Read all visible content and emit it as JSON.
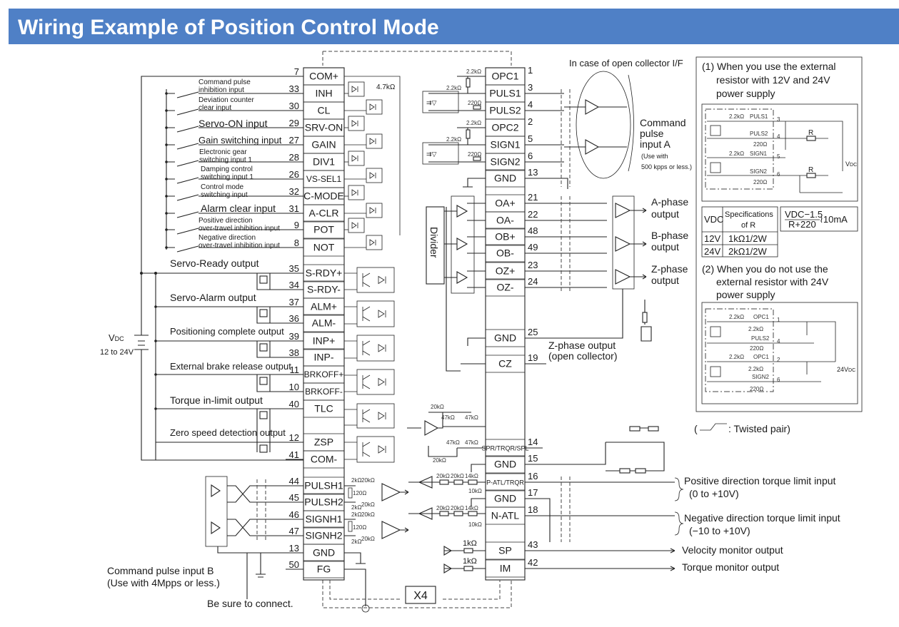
{
  "title": "Wiring Example of Position Control Mode",
  "colors": {
    "title_bar": "#4f80c6",
    "title_text": "#ffffff",
    "line": "#222222"
  },
  "left_connector": {
    "pins": [
      {
        "label": "COM+",
        "num": "7"
      },
      {
        "label": "INH",
        "num": "33"
      },
      {
        "label": "CL",
        "num": "30"
      },
      {
        "label": "SRV-ON",
        "num": "29"
      },
      {
        "label": "GAIN",
        "num": "27"
      },
      {
        "label": "DIV1",
        "num": "28"
      },
      {
        "label": "VS-SEL1",
        "num": "26"
      },
      {
        "label": "C-MODE",
        "num": "32"
      },
      {
        "label": "A-CLR",
        "num": "31"
      },
      {
        "label": "POT",
        "num": "9"
      },
      {
        "label": "NOT",
        "num": "8"
      },
      {
        "label": "S-RDY+",
        "num": "35"
      },
      {
        "label": "S-RDY-",
        "num": "34"
      },
      {
        "label": "ALM+",
        "num": "37"
      },
      {
        "label": "ALM-",
        "num": "36"
      },
      {
        "label": "INP+",
        "num": "39"
      },
      {
        "label": "INP-",
        "num": "38"
      },
      {
        "label": "BRKOFF+",
        "num": "11"
      },
      {
        "label": "BRKOFF-",
        "num": "10"
      },
      {
        "label": "TLC",
        "num": "40"
      },
      {
        "label": "ZSP",
        "num": "12"
      },
      {
        "label": "COM-",
        "num": "41"
      },
      {
        "label": "PULSH1",
        "num": "44"
      },
      {
        "label": "PULSH2",
        "num": "45"
      },
      {
        "label": "SIGNH1",
        "num": "46"
      },
      {
        "label": "SIGNH2",
        "num": "47"
      },
      {
        "label": "GND",
        "num": "13"
      },
      {
        "label": "FG",
        "num": "50"
      }
    ]
  },
  "right_connector": {
    "pins": [
      {
        "label": "OPC1",
        "num": "1"
      },
      {
        "label": "PULS1",
        "num": "3"
      },
      {
        "label": "PULS2",
        "num": "4"
      },
      {
        "label": "OPC2",
        "num": "2"
      },
      {
        "label": "SIGN1",
        "num": "5"
      },
      {
        "label": "SIGN2",
        "num": "6"
      },
      {
        "label": "GND",
        "num": "13"
      },
      {
        "label": "OA+",
        "num": "21"
      },
      {
        "label": "OA-",
        "num": "22"
      },
      {
        "label": "OB+",
        "num": "48"
      },
      {
        "label": "OB-",
        "num": "49"
      },
      {
        "label": "OZ+",
        "num": "23"
      },
      {
        "label": "OZ-",
        "num": "24"
      },
      {
        "label": "GND",
        "num": "25"
      },
      {
        "label": "CZ",
        "num": "19"
      },
      {
        "label": "SPR/TRQR/SPL",
        "num": "14"
      },
      {
        "label": "GND",
        "num": "15"
      },
      {
        "label": "P-ATL/TRQR",
        "num": "16"
      },
      {
        "label": "GND",
        "num": "17"
      },
      {
        "label": "N-ATL",
        "num": "18"
      },
      {
        "label": "SP",
        "num": "43"
      },
      {
        "label": "IM",
        "num": "42"
      }
    ]
  },
  "inputs": {
    "inh": [
      "Command pulse",
      "inhibition input"
    ],
    "cl": [
      "Deviation counter",
      "clear input"
    ],
    "srv_on": "Servo-ON input",
    "gain": "Gain switching input",
    "div1": [
      "Electronic gear",
      "switching input 1"
    ],
    "vs_sel1": [
      "Damping control",
      "switching input 1"
    ],
    "c_mode": [
      "Control mode",
      "switching input"
    ],
    "a_clr": "Alarm clear input",
    "pot": [
      "Positive direction",
      "over-travel inhibition input"
    ],
    "not": [
      "Negative direction",
      "over-travel inhibition input"
    ]
  },
  "outputs": {
    "s_rdy": "Servo-Ready output",
    "alm": "Servo-Alarm output",
    "inp": "Positioning complete output",
    "brkoff": "External brake release output",
    "tlc": "Torque in-limit output",
    "zsp": "Zero speed detection output"
  },
  "power": {
    "vdc": "V",
    "vdc_sub": "DC",
    "range": "12 to 24V"
  },
  "pulse_b": {
    "title": "Command pulse input B",
    "note": "(Use with 4Mpps or less.)",
    "connect": "Be sure to connect."
  },
  "pulse_a": {
    "open_collector": "In case of open collector I/F",
    "lines": [
      "Command",
      "pulse",
      "input A"
    ],
    "note": [
      "(Use with",
      "500 kpps or less.)"
    ]
  },
  "encoder": {
    "divider": "Divider",
    "a_phase": [
      "A-phase",
      "output"
    ],
    "b_phase": [
      "B-phase",
      "output"
    ],
    "z_phase": [
      "Z-phase",
      "output"
    ],
    "z_oc": [
      "Z-phase output",
      "(open collector)"
    ]
  },
  "analog": {
    "p_atl": [
      "Positive direction torque limit input",
      "(0 to +10V)"
    ],
    "n_atl": [
      "Negative direction torque limit input",
      "(−10 to +10V)"
    ],
    "velocity": "Velocity monitor output",
    "torque": "Torque monitor output"
  },
  "connector_name": "X4",
  "legend": {
    "twisted_open": "(",
    "twisted_pair": ": Twisted pair)"
  },
  "resistors": {
    "r2k2": "2.2kΩ",
    "r220": "220Ω",
    "r4k7": "4.7kΩ",
    "r20k": "20kΩ",
    "r47k": "47kΩ",
    "r14k": "14kΩ",
    "r10k": "10kΩ",
    "r1k": "1kΩ",
    "r2k": "2kΩ",
    "r120": "120Ω",
    "R": "R"
  },
  "panel1": {
    "title": [
      "(1) When you use the external",
      "resistor with 12V and 24V",
      "power supply"
    ],
    "pins": {
      "puls1": "PULS1",
      "puls2": "PULS2",
      "sign1": "SIGN1",
      "sign2": "SIGN2",
      "n3": "3",
      "n4": "4",
      "n5": "5",
      "n6": "6"
    },
    "vdc": "V",
    "vdc_sub": "DC",
    "table": {
      "header": [
        "VDC",
        "Specifications",
        "of R"
      ],
      "rows": [
        [
          "12V",
          "1kΩ1/2W"
        ],
        [
          "24V",
          "2kΩ1/2W"
        ]
      ]
    },
    "formula": {
      "numerator": "VDC−1.5",
      "denominator": "R+220",
      "result": "≀10mA"
    }
  },
  "panel2": {
    "title": [
      "(2) When you do not use the",
      "external resistor with 24V",
      "power supply"
    ],
    "pins": {
      "opc1": "OPC1",
      "puls2": "PULS2",
      "sign2": "SIGN2",
      "n1": "1",
      "n2": "2",
      "n4": "4",
      "n6": "6"
    },
    "vdc": "24V",
    "vdc_sub": "DC"
  }
}
